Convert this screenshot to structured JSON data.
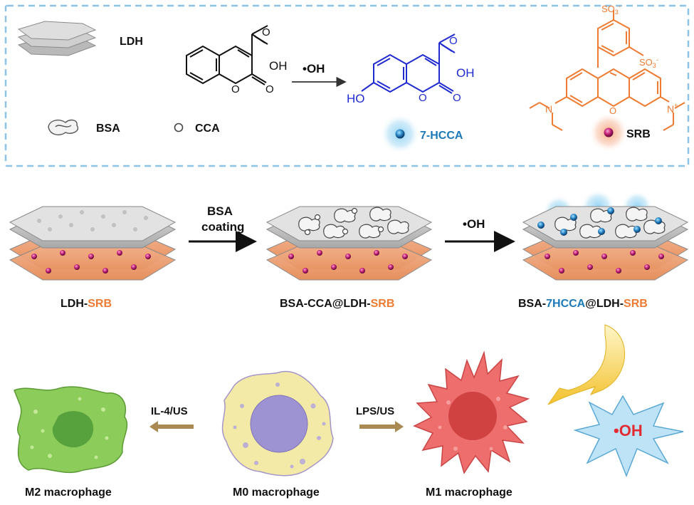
{
  "legend": {
    "ldh": "LDH",
    "bsa": "BSA",
    "cca": "CCA",
    "hcca": "7-HCCA",
    "srb": "SRB"
  },
  "reaction": {
    "reagent": "•OH",
    "cca_group": "OH",
    "hcca_hydroxy": "HO",
    "hcca_group": "OH",
    "srb_so3_top": "SO3-",
    "srb_so3_side": "SO3-",
    "srb_n_plus": "N+"
  },
  "synthesis": {
    "step1_line1": "BSA",
    "step1_line2": "coating",
    "step2": "•OH",
    "label_ldh": "LDH-",
    "label_srb": "SRB",
    "label_bsa_cca": "BSA-CCA@LDH-",
    "label_srb2": "SRB",
    "label_bsa": "BSA-",
    "label_7hcca": "7HCCA",
    "label_at_ldh": "@LDH-",
    "label_srb3": "SRB"
  },
  "macrophages": {
    "m2": "M2 macrophage",
    "m0": "M0 macrophage",
    "m1": "M1 macrophage",
    "to_m2": "IL-4/US",
    "to_m1": "LPS/US",
    "oh_burst": "•OH"
  },
  "colors": {
    "dash_border": "#8cc3e6",
    "srb_orange": "#ee7b32",
    "hcca_blue": "#1c7ab8",
    "mol_blue": "#1f2bd0",
    "m2_green": "#8ccc5a",
    "m0_yellow": "#f4eaa8",
    "m1_red": "#ee6e6e",
    "burst_blue": "#bfe3f6",
    "oh_red": "#e22b33"
  }
}
